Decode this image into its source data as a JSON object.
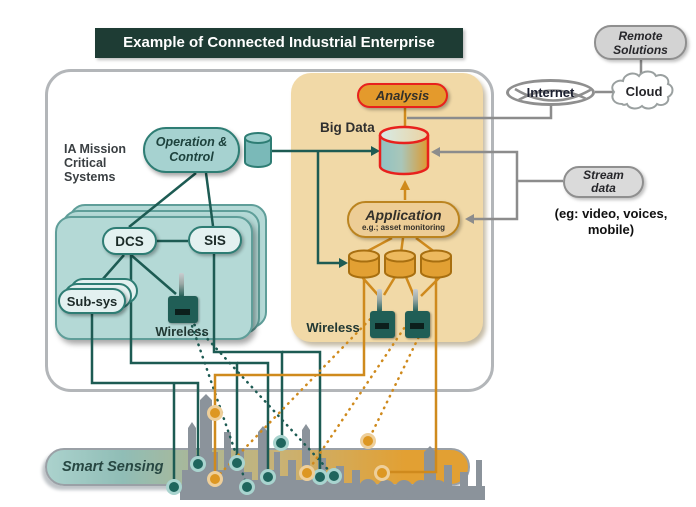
{
  "title": "Example of Connected Industrial Enterprise",
  "ia_systems": {
    "label": "IA Mission\nCritical\nSystems",
    "operation_control": "Operation &\nControl",
    "dcs": "DCS",
    "sis": "SIS",
    "subsys": "Sub-sys",
    "wireless_label": "Wireless"
  },
  "big_data_panel": {
    "analysis": "Analysis",
    "big_data_label": "Big Data",
    "application": "Application",
    "application_note": "e.g.; asset monitoring",
    "wireless_label": "Wireless"
  },
  "external": {
    "remote_solutions": "Remote\nSolutions",
    "internet": "Internet",
    "cloud": "Cloud",
    "stream_data": "Stream\ndata",
    "stream_examples": "(eg: video, voices,\nmobile)"
  },
  "smart_sensing_label": "Smart Sensing",
  "colors": {
    "title_bg": "#1e3c34",
    "teal_line": "#1d5b53",
    "orange_line": "#cf8a1d",
    "red_accent": "#e8211d",
    "gray_line": "#8c8c8c",
    "panel_orange": "#f1d9a7",
    "panel_teal": "#b4d9d6",
    "sensor_teal_dot": "#1f655d",
    "sensor_orange_dot": "#dd9722"
  }
}
